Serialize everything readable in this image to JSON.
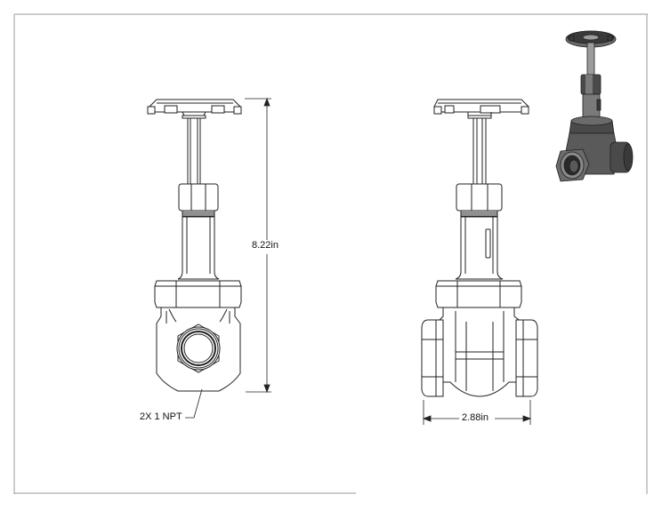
{
  "labels": {
    "height_dim": "8.22in",
    "width_dim": "2.88in",
    "port_callout": "2X 1 NPT"
  },
  "icon": "gate-valve-iso-render",
  "colors": {
    "line": "#222222",
    "frame": "#9a9a9a",
    "render_dark": "#3a3a3a",
    "render_mid": "#6b6b6b",
    "render_light": "#9c9c9c"
  }
}
